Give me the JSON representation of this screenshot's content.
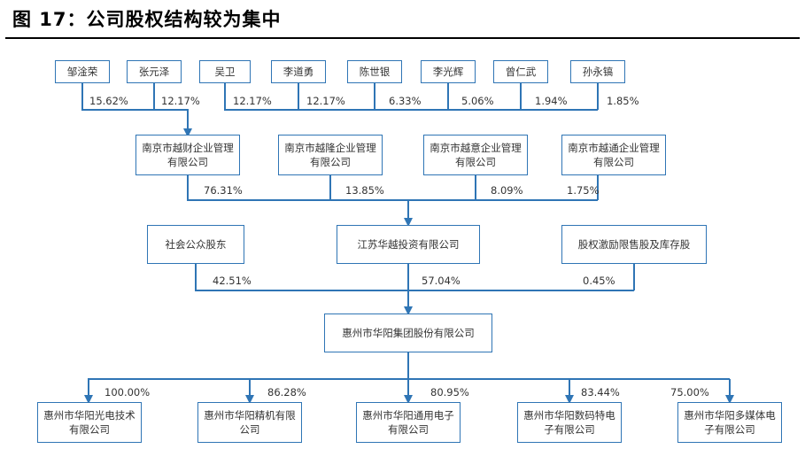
{
  "figure_title": "图 17：公司股权结构较为集中",
  "top_shareholders": [
    {
      "name": "邹淦荣",
      "pct": "15.62%"
    },
    {
      "name": "张元泽",
      "pct": "12.17%"
    },
    {
      "name": "吴卫",
      "pct": "12.17%"
    },
    {
      "name": "李道勇",
      "pct": "12.17%"
    },
    {
      "name": "陈世银",
      "pct": "6.33%"
    },
    {
      "name": "李光辉",
      "pct": "5.06%"
    },
    {
      "name": "曾仁武",
      "pct": "1.94%"
    },
    {
      "name": "孙永镐",
      "pct": "1.85%"
    }
  ],
  "mid_companies": [
    {
      "name": "南京市越财企业管理有限公司",
      "pct": "76.31%"
    },
    {
      "name": "南京市越隆企业管理有限公司",
      "pct": "13.85%"
    },
    {
      "name": "南京市越意企业管理有限公司",
      "pct": "8.09%"
    },
    {
      "name": "南京市越通企业管理有限公司",
      "pct": "1.75%"
    }
  ],
  "holders": [
    {
      "name": "社会公众股东",
      "pct": "42.51%"
    },
    {
      "name": "江苏华越投资有限公司",
      "pct": "57.04%"
    },
    {
      "name": "股权激励限售股及库存股",
      "pct": "0.45%"
    }
  ],
  "parent": {
    "name": "惠州市华阳集团股份有限公司"
  },
  "subsidiaries": [
    {
      "name": "惠州市华阳光电技术有限公司",
      "pct": "100.00%"
    },
    {
      "name": "惠州市华阳精机有限公司",
      "pct": "86.28%"
    },
    {
      "name": "惠州市华阳通用电子有限公司",
      "pct": "80.95%"
    },
    {
      "name": "惠州市华阳数码特电子有限公司",
      "pct": "83.44%"
    },
    {
      "name": "惠州市华阳多媒体电子有限公司",
      "pct": "75.00%"
    }
  ],
  "colors": {
    "line": "#2f75b5",
    "border": "#2f75b5",
    "text": "#333333"
  }
}
